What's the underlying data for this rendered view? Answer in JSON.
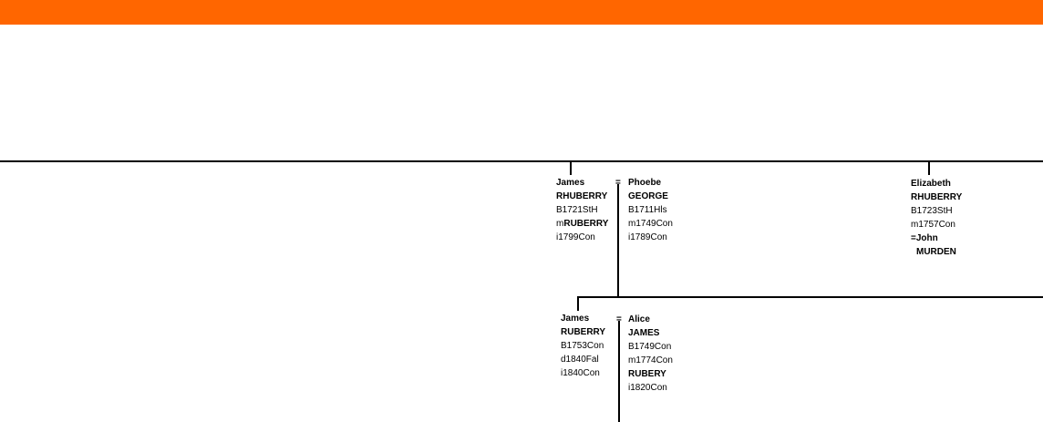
{
  "header": {
    "color": "#ff6600"
  },
  "tree": {
    "gen1": {
      "james": {
        "given": "James",
        "surname": "RHUBERRY",
        "born": "B1721StH",
        "married_prefix": "m",
        "married_surname": "RUBERRY",
        "info": "i1799Con"
      },
      "marriage_symbol": "=",
      "phoebe": {
        "given": "Phoebe",
        "surname": "GEORGE",
        "born": "B1711Hls",
        "married": "m1749Con",
        "info": "i1789Con"
      },
      "elizabeth": {
        "given": "Elizabeth",
        "surname": "RHUBERRY",
        "born": "B1723StH",
        "married": "m1757Con",
        "spouse_given": "=John",
        "spouse_surname": "MURDEN"
      }
    },
    "gen2": {
      "james": {
        "given": "James",
        "surname": "RUBERRY",
        "born": "B1753Con",
        "died": "d1840Fal",
        "info": "i1840Con"
      },
      "marriage_symbol": "=",
      "alice": {
        "given": "Alice",
        "surname": "JAMES",
        "born": "B1749Con",
        "married": "m1774Con",
        "married_surname": "RUBERY",
        "info": "i1820Con"
      }
    }
  }
}
